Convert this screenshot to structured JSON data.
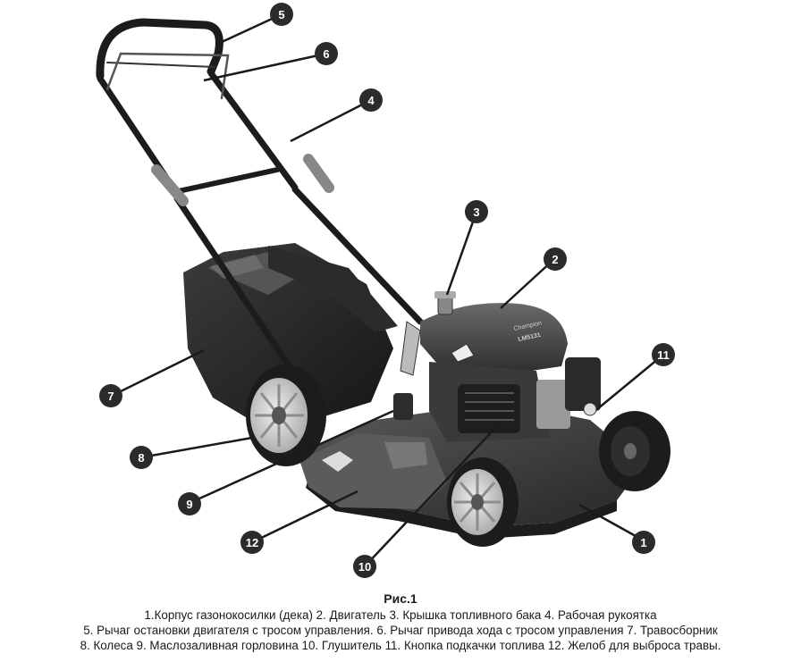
{
  "figure": {
    "title": "Рис.1",
    "caption_lines": [
      "1.Корпус газонокосилки (дека) 2. Двигатель 3. Крышка топливного бака 4. Рабочая рукоятка",
      "5. Рычаг остановки двигателя с тросом управления. 6. Рычаг привода хода с тросом управления 7. Травосборник",
      "8. Колеса 9. Маслозаливная горловина 10. Глушитель 11. Кнопка подкачки топлива 12. Желоб для выброса травы."
    ]
  },
  "engine_label": "Champion",
  "model_label": "LM5131",
  "callouts": [
    {
      "num": "1"
    },
    {
      "num": "2"
    },
    {
      "num": "3"
    },
    {
      "num": "4"
    },
    {
      "num": "5"
    },
    {
      "num": "6"
    },
    {
      "num": "7"
    },
    {
      "num": "8"
    },
    {
      "num": "9"
    },
    {
      "num": "10"
    },
    {
      "num": "11"
    },
    {
      "num": "12"
    }
  ],
  "colors": {
    "body_dark": "#2a2a2a",
    "deck_gray": "#4a4a4a",
    "wheel_light": "#d9d9d9",
    "callout_fill": "#2b2b2b"
  }
}
